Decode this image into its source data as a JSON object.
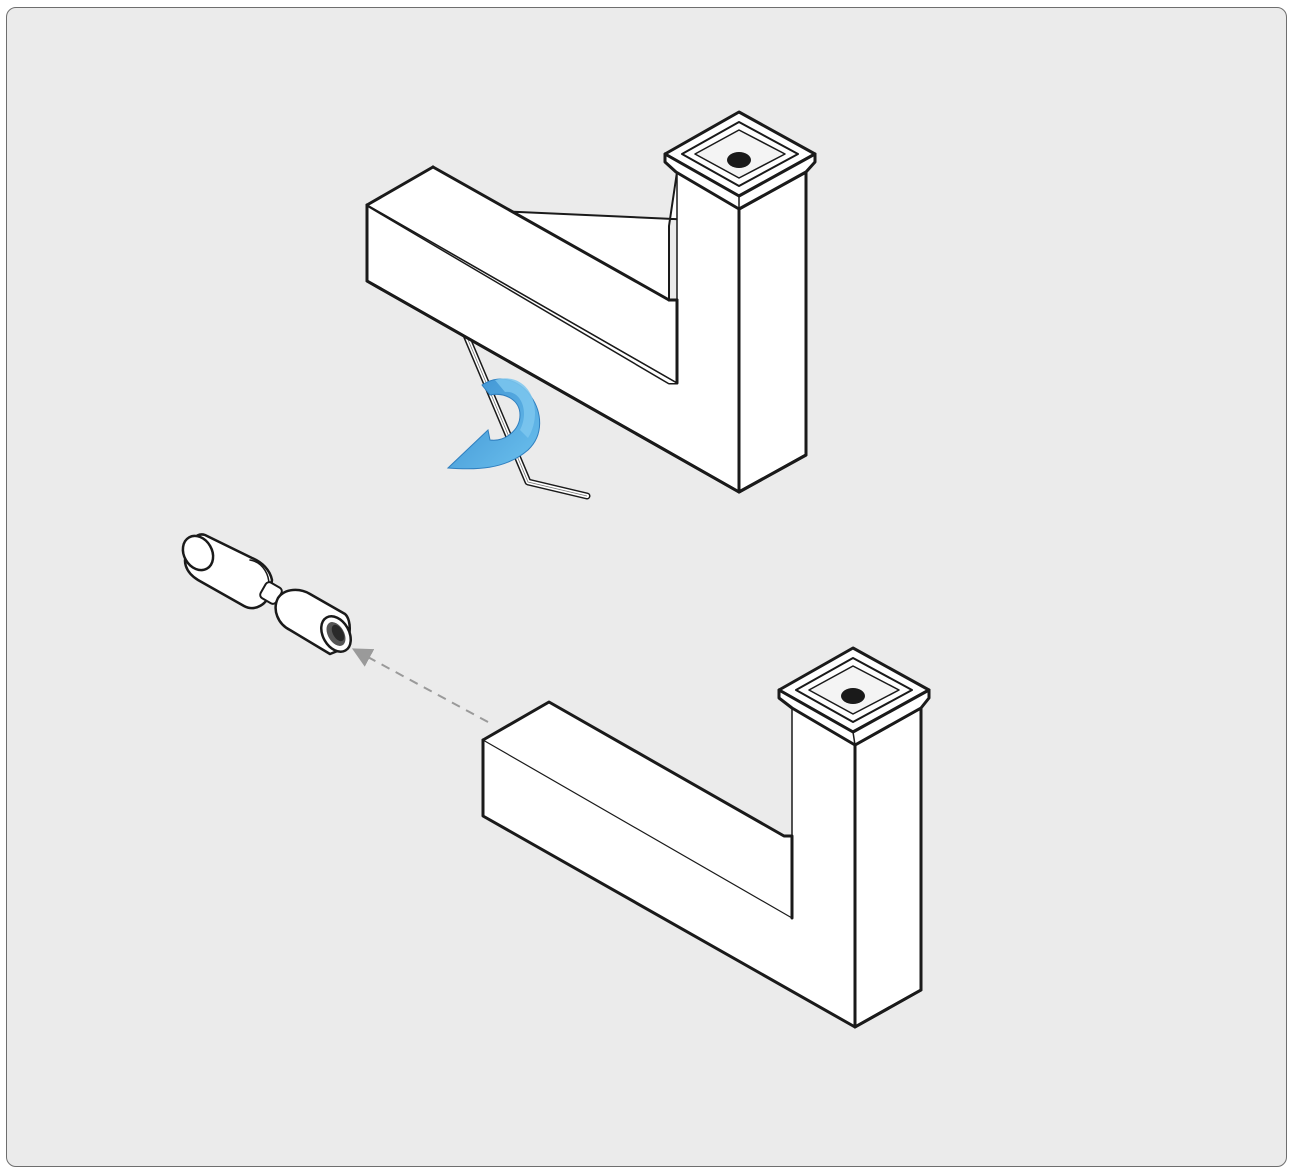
{
  "figure": {
    "type": "assembly-instruction-illustration",
    "colors": {
      "background": "#ebebeb",
      "border": "#6e6e6e",
      "part_fill": "#ffffff",
      "outline": "#1a1a1a",
      "rotation_arrow": "#4a9fd8",
      "rotation_arrow_light": "#7cc7ee",
      "dashed_arrow": "#9a9a9a"
    },
    "parts": [
      {
        "name": "l-bracket-upper",
        "icon": "l-bracket-with-socket"
      },
      {
        "name": "allen-key",
        "icon": "hex-key"
      },
      {
        "name": "rotation-arrow",
        "icon": "curved-arrow"
      },
      {
        "name": "connector-pin",
        "icon": "cylindrical-connector"
      },
      {
        "name": "l-bracket-lower",
        "icon": "l-bracket-with-socket"
      },
      {
        "name": "removal-arrow",
        "icon": "dashed-arrow"
      }
    ]
  }
}
